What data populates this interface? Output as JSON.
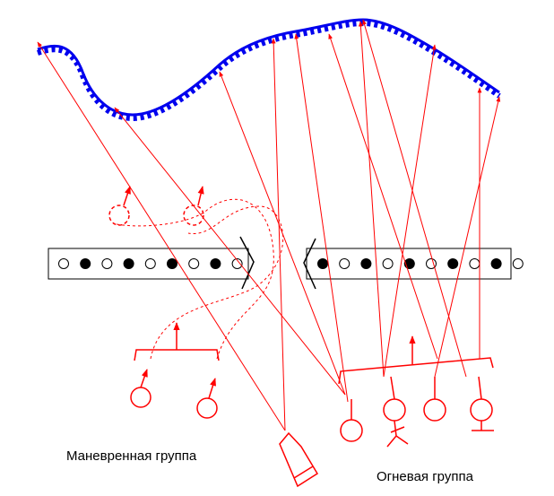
{
  "labels": {
    "maneuver_group": "Маневренная группа",
    "fire_group": "Огневая группа"
  },
  "colors": {
    "line": "#ff0000",
    "front_line": "#0000ee",
    "outline": "#000000",
    "background": "#ffffff"
  },
  "obstacle": {
    "left_dots": [
      "empty",
      "filled",
      "empty",
      "filled",
      "empty",
      "filled",
      "empty",
      "filled",
      "empty"
    ],
    "right_dots": [
      "filled",
      "empty",
      "filled",
      "empty",
      "filled",
      "empty",
      "filled",
      "empty",
      "filled",
      "empty"
    ]
  }
}
